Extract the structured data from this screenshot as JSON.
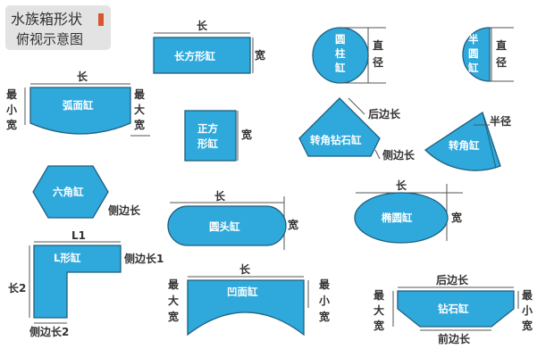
{
  "title": {
    "line1": "水族箱形状",
    "line2": "俯视示意图"
  },
  "colors": {
    "fill": "#2fa9dc",
    "stroke": "#1f5f7d",
    "text": "#333333",
    "accent": "#d9572b",
    "title_bg": "#e3e3e3"
  },
  "shapes": {
    "rect": {
      "name": "长方形缸",
      "length": "长",
      "width": "宽"
    },
    "circle": {
      "name": [
        "圆",
        "柱",
        "缸"
      ],
      "diameter": [
        "直",
        "径"
      ]
    },
    "half_circle": {
      "name": [
        "半",
        "圆",
        "缸"
      ],
      "diameter": [
        "直",
        "径"
      ]
    },
    "arc": {
      "name": "弧面缸",
      "length": "长",
      "min_width": [
        "最",
        "小",
        "宽"
      ],
      "max_width": [
        "最",
        "大",
        "宽"
      ]
    },
    "square": {
      "name": [
        "正方",
        "形缸"
      ],
      "width": "宽"
    },
    "corner_diamond": {
      "name": "转角钻石缸",
      "back": "后边长",
      "side": "侧边长"
    },
    "corner": {
      "name": "转角缸",
      "radius": "半径"
    },
    "hexagon": {
      "name": "六角缸",
      "side": "侧边长"
    },
    "round_head": {
      "name": "圆头缸",
      "length": "长",
      "width": "宽"
    },
    "ellipse": {
      "name": "椭圆缸",
      "length": "长",
      "width": "宽"
    },
    "l_shape": {
      "name": "L形缸",
      "l1": "L1",
      "l2": "长2",
      "s1": "侧边长1",
      "s2": "侧边长2"
    },
    "concave": {
      "name": "凹面缸",
      "length": "长",
      "max_width": [
        "最",
        "大",
        "宽"
      ],
      "min_width": [
        "最",
        "小",
        "宽"
      ]
    },
    "diamond": {
      "name": "钻石缸",
      "back": "后边长",
      "front": "前边长",
      "max_width": [
        "最",
        "大",
        "宽"
      ],
      "min_width": [
        "最",
        "小",
        "宽"
      ]
    }
  }
}
